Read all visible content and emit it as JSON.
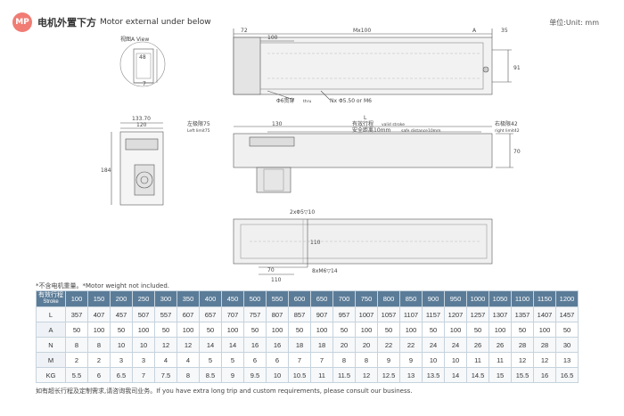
{
  "header": {
    "badge": "MP",
    "title_cn": "电机外置下方",
    "title_en": "Motor external under below",
    "unit": "单位:Unit: mm"
  },
  "drawing_labels": {
    "view_a": "视图A View",
    "dim_72": "72",
    "dim_mx100": "Mx100",
    "dim_a": "A",
    "dim_35": "35",
    "dim_100": "100",
    "dim_91": "91",
    "dim_48": "48",
    "dim_7": "7",
    "hole_6": "Φ6贯穿",
    "hole_thru": "thru",
    "hole_nx": "Nx Φ5.50 or M6",
    "dim_13370": "133.70",
    "dim_120": "120",
    "dim_184": "184",
    "left_limit": "左极限75",
    "left_limit_en": "Left limit75",
    "dim_130": "130",
    "dim_l": "L",
    "stroke_cn": "有效行程",
    "stroke_en": "valid stroke",
    "safety_cn": "安全距离10mm",
    "safety_en": "safe distance10mm",
    "right_limit": "右极限42",
    "right_limit_en": "right limit42",
    "dim_70": "70",
    "hole_2x": "2xΦ5▽10",
    "dim_110": "110",
    "dim_70b": "70",
    "hole_8x": "8xM6▽14",
    "dim_110b": "110"
  },
  "note": "*不含电机重量。*Motor weight not included.",
  "footer": "如有超长行程及定制需求,请咨询我司业务。If you have extra long trip and custom requirements, please consult our business.",
  "table": {
    "header_cn": "有效行程",
    "header_en": "Stroke",
    "strokes": [
      "100",
      "150",
      "200",
      "250",
      "300",
      "350",
      "400",
      "450",
      "500",
      "550",
      "600",
      "650",
      "700",
      "750",
      "800",
      "850",
      "900",
      "950",
      "1000",
      "1050",
      "1100",
      "1150",
      "1200"
    ],
    "rows": [
      {
        "label": "L",
        "values": [
          "357",
          "407",
          "457",
          "507",
          "557",
          "607",
          "657",
          "707",
          "757",
          "807",
          "857",
          "907",
          "957",
          "1007",
          "1057",
          "1107",
          "1157",
          "1207",
          "1257",
          "1307",
          "1357",
          "1407",
          "1457"
        ]
      },
      {
        "label": "A",
        "values": [
          "50",
          "100",
          "50",
          "100",
          "50",
          "100",
          "50",
          "100",
          "50",
          "100",
          "50",
          "100",
          "50",
          "100",
          "50",
          "100",
          "50",
          "100",
          "50",
          "100",
          "50",
          "100",
          "50"
        ]
      },
      {
        "label": "N",
        "values": [
          "8",
          "8",
          "10",
          "10",
          "12",
          "12",
          "14",
          "14",
          "16",
          "16",
          "18",
          "18",
          "20",
          "20",
          "22",
          "22",
          "24",
          "24",
          "26",
          "26",
          "28",
          "28",
          "30"
        ]
      },
      {
        "label": "M",
        "values": [
          "2",
          "2",
          "3",
          "3",
          "4",
          "4",
          "5",
          "5",
          "6",
          "6",
          "7",
          "7",
          "8",
          "8",
          "9",
          "9",
          "10",
          "10",
          "11",
          "11",
          "12",
          "12",
          "13"
        ]
      },
      {
        "label": "KG",
        "values": [
          "5.5",
          "6",
          "6.5",
          "7",
          "7.5",
          "8",
          "8.5",
          "9",
          "9.5",
          "10",
          "10.5",
          "11",
          "11.5",
          "12",
          "12.5",
          "13",
          "13.5",
          "14",
          "14.5",
          "15",
          "15.5",
          "16",
          "16.5"
        ]
      }
    ]
  }
}
